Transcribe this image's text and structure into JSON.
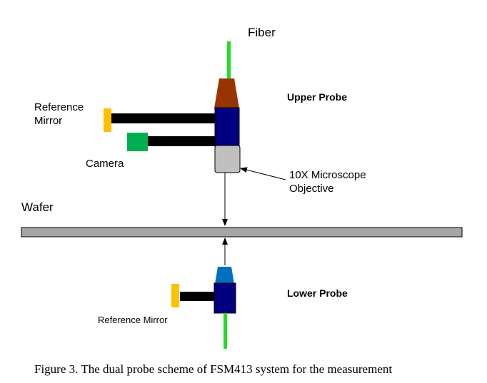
{
  "labels": {
    "fiber": "Fiber",
    "upper_probe": "Upper Probe",
    "reference_mirror_upper_1": "Reference",
    "reference_mirror_upper_2": "Mirror",
    "camera": "Camera",
    "objective_1": "10X Microscope",
    "objective_2": "Objective",
    "wafer": "Wafer",
    "lower_probe": "Lower Probe",
    "reference_mirror_lower": "Reference Mirror"
  },
  "caption": "Figure 3. The dual probe scheme of FSM413 system for the measurement",
  "colors": {
    "fiber": "#22dd22",
    "upper_lens": "#993300",
    "probe_body": "#000080",
    "objective": "#c0c0c0",
    "mirror": "#ffc000",
    "camera": "#00b050",
    "arm": "#000000",
    "wafer": "#a6a6a6",
    "lower_lens": "#0070c0"
  }
}
